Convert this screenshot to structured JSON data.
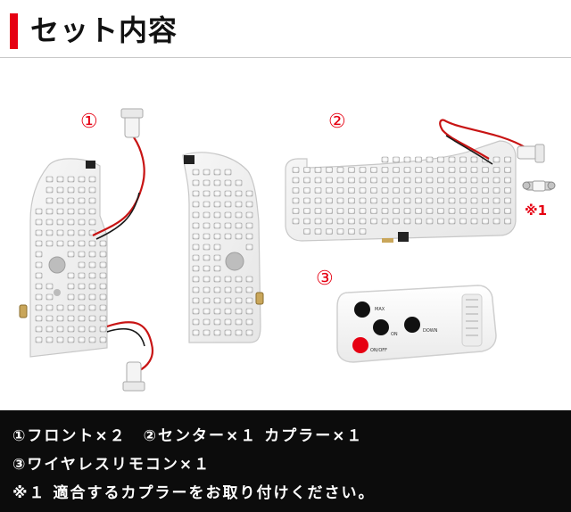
{
  "header": {
    "title": "セット内容"
  },
  "photo": {
    "label_1": "①",
    "label_2": "②",
    "label_3": "③",
    "coupler_note": "※1",
    "remote_buttons": {
      "btn_top": "MAX",
      "btn_left": "ON",
      "btn_right": "DOWN",
      "btn_power": "ON/OFF"
    }
  },
  "info": {
    "lines": [
      "①フロント×２　②センター×１ カプラー×１",
      "③ワイヤレスリモコン×１",
      "※１ 適合するカプラーをお取り付けください。"
    ]
  },
  "colors": {
    "accent": "#e60012",
    "bar_bg": "#0c0c0c",
    "pcb": "#f4f4f4",
    "led": "#fbfbfb",
    "wire": "#c81414"
  }
}
